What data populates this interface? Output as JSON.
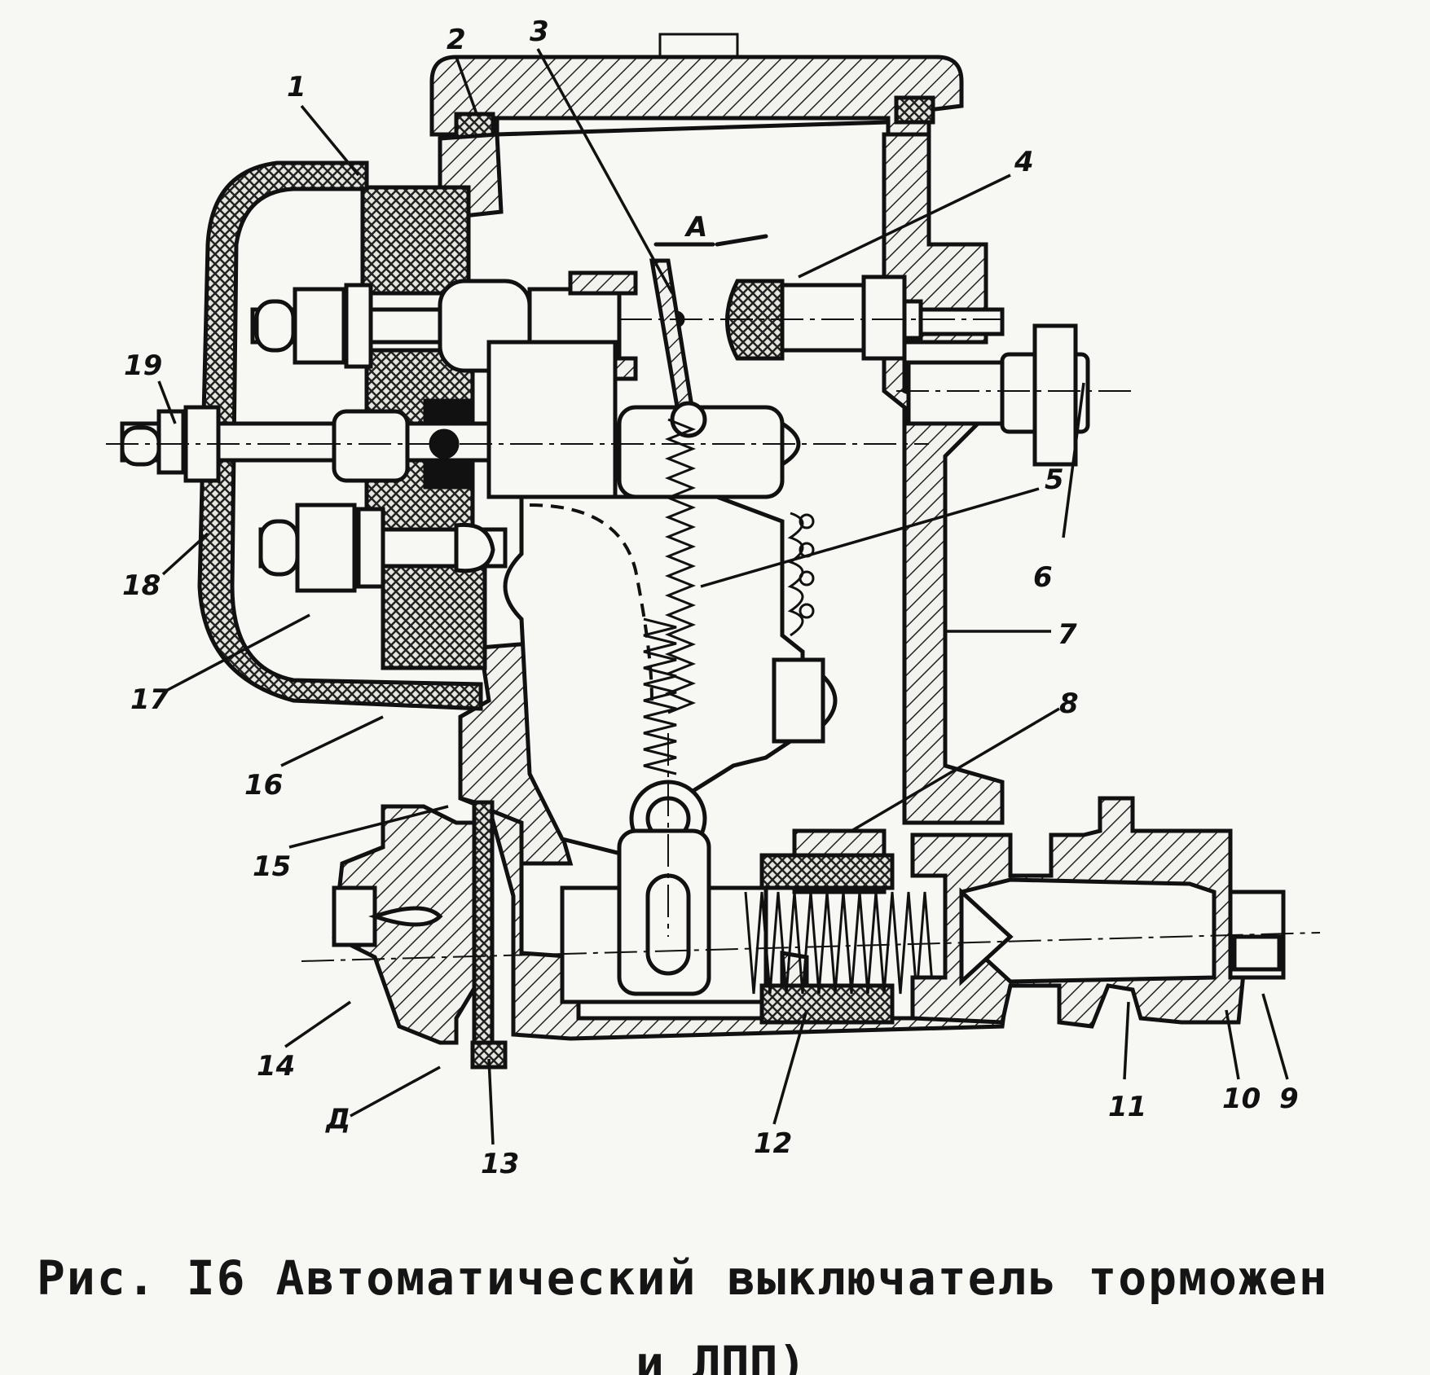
{
  "figure": {
    "caption_prefix": "Рис.",
    "caption_number": "I6",
    "caption_title": "Автоматический выключатель торможен",
    "caption_second_line_fragment": "и ЛПП)"
  },
  "labels": {
    "l1": "1",
    "l2": "2",
    "l3": "3",
    "l4": "4",
    "l5": "5",
    "l6": "6",
    "l7": "7",
    "l8": "8",
    "l9": "9",
    "l10": "10",
    "l11": "11",
    "l12": "12",
    "l13": "13",
    "l14": "14",
    "l15": "15",
    "l16": "16",
    "l17": "17",
    "l18": "18",
    "l19": "19",
    "lA": "А",
    "lD": "Д"
  }
}
